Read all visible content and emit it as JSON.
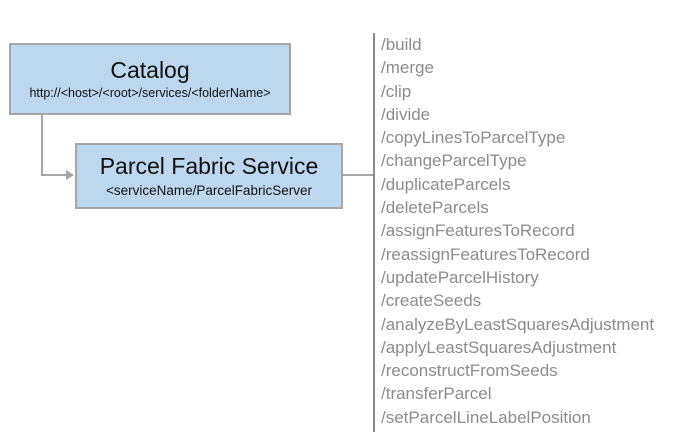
{
  "diagram": {
    "catalog_box": {
      "title": "Catalog",
      "subtitle": "http://<host>/<root>/services/<folderName>"
    },
    "service_box": {
      "title": "Parcel Fabric Service",
      "subtitle": "<serviceName/ParcelFabricServer"
    },
    "operations": [
      "/build",
      "/merge",
      "/clip",
      "/divide",
      "/copyLinesToParcelType",
      "/changeParcelType",
      "/duplicateParcels",
      "/deleteParcels",
      "/assignFeaturesToRecord",
      "/reassignFeaturesToRecord",
      "/updateParcelHistory",
      "/createSeeds",
      "/analyzeByLeastSquaresAdjustment",
      "/applyLeastSquaresAdjustment",
      "/reconstructFromSeeds",
      "/transferParcel",
      "/setParcelLineLabelPosition"
    ],
    "colors": {
      "box_fill": "#BDD7EE",
      "box_border": "#A6A6A6",
      "connector": "#A6A6A6",
      "divider": "#8A8A8A",
      "list_text": "#8C8C8C",
      "title_text": "#111111"
    }
  }
}
